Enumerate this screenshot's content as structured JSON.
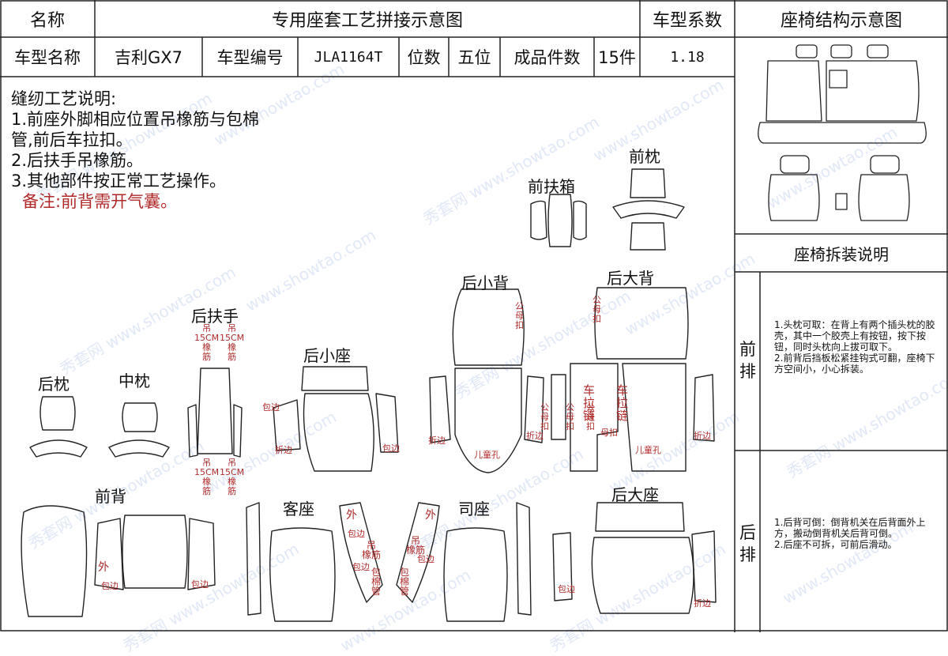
{
  "header": {
    "name_label": "名称",
    "title": "专用座套工艺拼接示意图",
    "coef_label": "车型系数",
    "diagram_label": "座椅结构示意图",
    "model_name_label": "车型名称",
    "model_name": "吉利GX7",
    "model_no_label": "车型编号",
    "model_no": "JLA1164T",
    "seats_label": "位数",
    "seats": "五位",
    "pieces_label": "成品件数",
    "pieces": "15件",
    "coef": "1.18"
  },
  "notes": {
    "heading": "缝纫工艺说明:",
    "l1": "1.前座外脚相应位置吊橡筋与包棉",
    "l2": "管,前后车拉扣。",
    "l3": "2.后扶手吊橡筋。",
    "l4": "3.其他部件按正常工艺操作。",
    "remark": "备注:前背需开气囊。"
  },
  "parts": {
    "front_armrest": "前扶箱",
    "front_pillow": "前枕",
    "rear_small_back": "后小背",
    "rear_big_back": "后大背",
    "rear_armrest": "后扶手",
    "rear_small_seat": "后小座",
    "rear_pillow": "后枕",
    "mid_pillow": "中枕",
    "front_back": "前背",
    "passenger_seat": "客座",
    "driver_seat": "司座",
    "rear_big_seat": "后大座"
  },
  "red": {
    "hang_15cm": "吊\n15CM\n橡\n筋",
    "hang2_15cm": "吊\n15CM\n橡\n筋",
    "hang3_15cm": "吊\n15CM\n橡\n筋",
    "hang4_15cm": "吊\n15CM\n橡\n筋",
    "wrap_a": "包边",
    "wrap_b": "包边",
    "fold_a": "折边",
    "fold_b": "折边",
    "fold_c": "折边",
    "fold_d": "折边",
    "male_buckle_a": "公\n母\n扣",
    "male_buckle_b": "公\n母\n扣",
    "male_buckle_c": "公\n母\n扣",
    "male_buckle_d": "公\n母\n扣",
    "male_buckle_e": "公\n母\n扣",
    "zipper_a": "车\n拉\n链",
    "zipper_b": "车\n拉\n链",
    "mother_buckle": "母扣",
    "child_hole_a": "儿童孔",
    "child_hole_b": "儿童孔",
    "wai_a": "外",
    "wai_b": "外",
    "wai_c": "外",
    "wrap_c": "包边",
    "wrap_d": "包边",
    "wrap_e": "包边",
    "wrap_f": "包边",
    "hang_rubber": "吊\n橡筋",
    "wrap_cotton": "包\n棉\n管",
    "wrap_cotton2": "包\n棉\n管",
    "hang_rubber2": "吊\n橡筋",
    "wrap_g": "包边",
    "wrap_h": "包边",
    "fold_e": "折边"
  },
  "side": {
    "disassembly_label": "座椅拆装说明",
    "front_row": "前\n排",
    "front_text": "1.头枕可取：在背上有两个插头枕的胶壳，其中一个胶壳上有按钮，按下按钮，同时头枕向上拔可取下。\n2.前背后挡板松紧挂钩式可翻，座椅下方空间小，小心拆装。",
    "rear_row": "后\n排",
    "rear_text": "1.后背可倒：倒背机关在后背面外上方，搬动倒背机关后背可倒。\n2.后座不可拆，可前后滑动。"
  },
  "watermark": {
    "site": "www.showtao.com",
    "brand": "秀套网"
  }
}
